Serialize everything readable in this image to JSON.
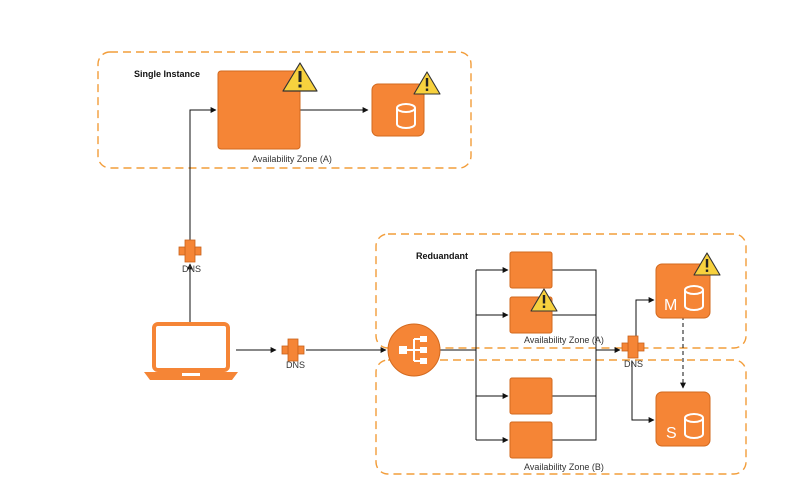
{
  "diagram": {
    "zones": {
      "single_title": "Single Instance",
      "single_zone_label": "Availability Zone (A)",
      "redundant_title": "Reduandant",
      "redundant_zone_a_label": "Availability Zone (A)",
      "redundant_zone_b_label": "Availability Zone (B)"
    },
    "dns_labels": {
      "top": "DNS",
      "bottom": "DNS",
      "right": "DNS"
    },
    "db_labels": {
      "master": "M",
      "slave": "S"
    },
    "warning_icons": 4,
    "colors": {
      "accent": "#F58536",
      "zone_border": "#F29D3A",
      "warning_fill": "#F7D13E"
    }
  }
}
